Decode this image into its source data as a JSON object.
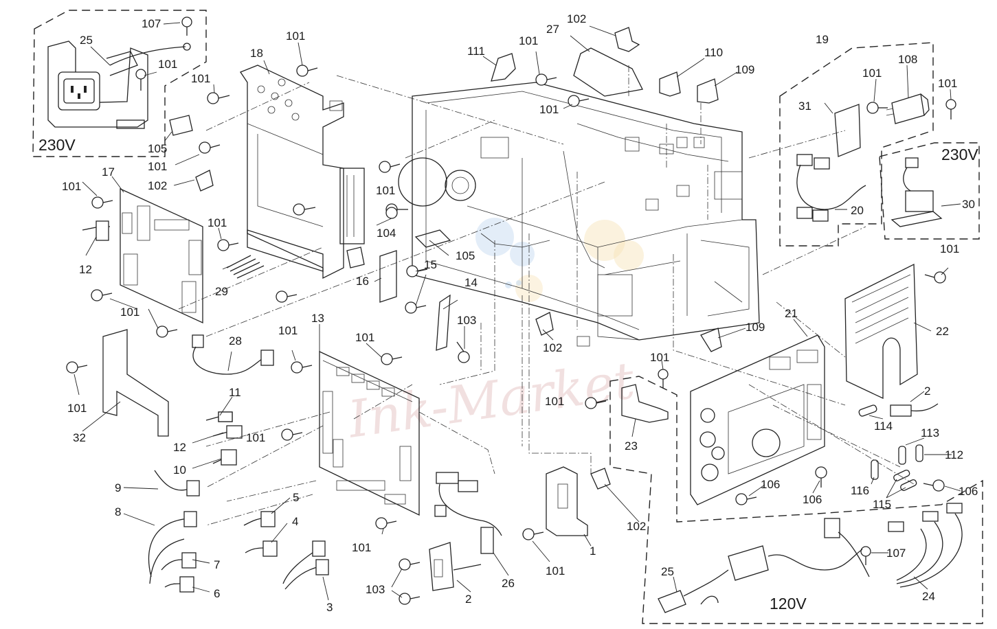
{
  "diagram": {
    "callouts": {
      "c_107a": "107",
      "c_25a": "25",
      "c_101_psu": "101",
      "c_18": "18",
      "c_101_18": "101",
      "c_101_18l": "101",
      "c_111": "111",
      "c_101_111": "101",
      "c_27": "27",
      "c_102_top": "102",
      "c_101_27": "101",
      "c_110": "110",
      "c_109_top": "109",
      "c_19": "19",
      "c_108": "108",
      "c_101_19": "101",
      "c_31": "31",
      "c_101_r": "101",
      "c_20": "20",
      "c_30": "30",
      "c_105_l": "105",
      "c_101_l2": "101",
      "c_102_l": "102",
      "c_101_mid": "101",
      "c_104": "104",
      "c_105_m": "105",
      "c_15": "15",
      "c_16": "16",
      "c_14": "14",
      "c_17": "17",
      "c_101_17": "101",
      "c_12_a": "12",
      "c_101_17b": "101",
      "c_29": "29",
      "c_101_17c": "101",
      "c_101_17d": "101",
      "c_101_28": "101",
      "c_28": "28",
      "c_13": "13",
      "c_101_13": "101",
      "c_103_top": "103",
      "c_102_mid": "102",
      "c_109_mid": "109",
      "c_21": "21",
      "c_22": "22",
      "c_101_rr": "101",
      "c_101_32": "101",
      "c_32": "32",
      "c_11": "11",
      "c_12_b": "12",
      "c_101_c": "101",
      "c_10": "10",
      "c_9": "9",
      "c_8": "8",
      "c_5": "5",
      "c_4": "4",
      "c_7": "7",
      "c_6": "6",
      "c_3": "3",
      "c_101_23": "101",
      "c_101_23b": "101",
      "c_23": "23",
      "c_2_r": "2",
      "c_114": "114",
      "c_113": "113",
      "c_112": "112",
      "c_116": "116",
      "c_115": "115",
      "c_106_a": "106",
      "c_106_b": "106",
      "c_106_c": "106",
      "c_101_13b": "101",
      "c_1": "1",
      "c_102_b": "102",
      "c_101_b": "101",
      "c_103_b": "103",
      "c_2_b": "2",
      "c_26": "26",
      "c_107_b": "107",
      "c_25_b": "25",
      "c_24": "24"
    },
    "region_labels": {
      "r_230v_top": "230V",
      "r_230v_right": "230V",
      "r_120v": "120V"
    },
    "watermark": "Ink-Market"
  }
}
